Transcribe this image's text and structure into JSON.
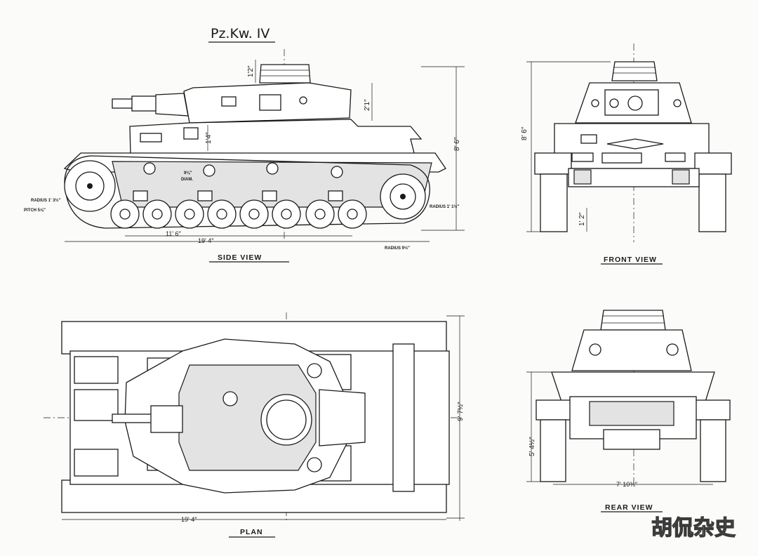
{
  "title": "Pz.Kw. IV",
  "views": {
    "side": "SIDE  VIEW",
    "front": "FRONT  VIEW",
    "plan": "PLAN",
    "rear": "REAR  VIEW"
  },
  "side_dims": {
    "cupola_height": "1'2″",
    "turret_height": "2'1″",
    "hull_top": "1'4″",
    "overall_height": "8' 6″",
    "wheelbase": "11' 6″",
    "overall_length": "19' 4″",
    "wheel_diam": "9⅛″",
    "wheel_diam_label": "DIAM.",
    "sprocket_radius": "RADIUS 1' 3½″",
    "pitch": "PITCH 5⅝″",
    "idler_radius": "RADIUS 1' 1½″",
    "return_radius": "RADIUS 9½″"
  },
  "front_dims": {
    "height": "8' 6″",
    "clearance": "1' 2″"
  },
  "plan_dims": {
    "length": "19' 4″",
    "width": "9' 7½″"
  },
  "rear_dims": {
    "hull_height": "5' 4½″",
    "track_width": "7' 10¾″"
  },
  "watermark": "胡侃杂史"
}
